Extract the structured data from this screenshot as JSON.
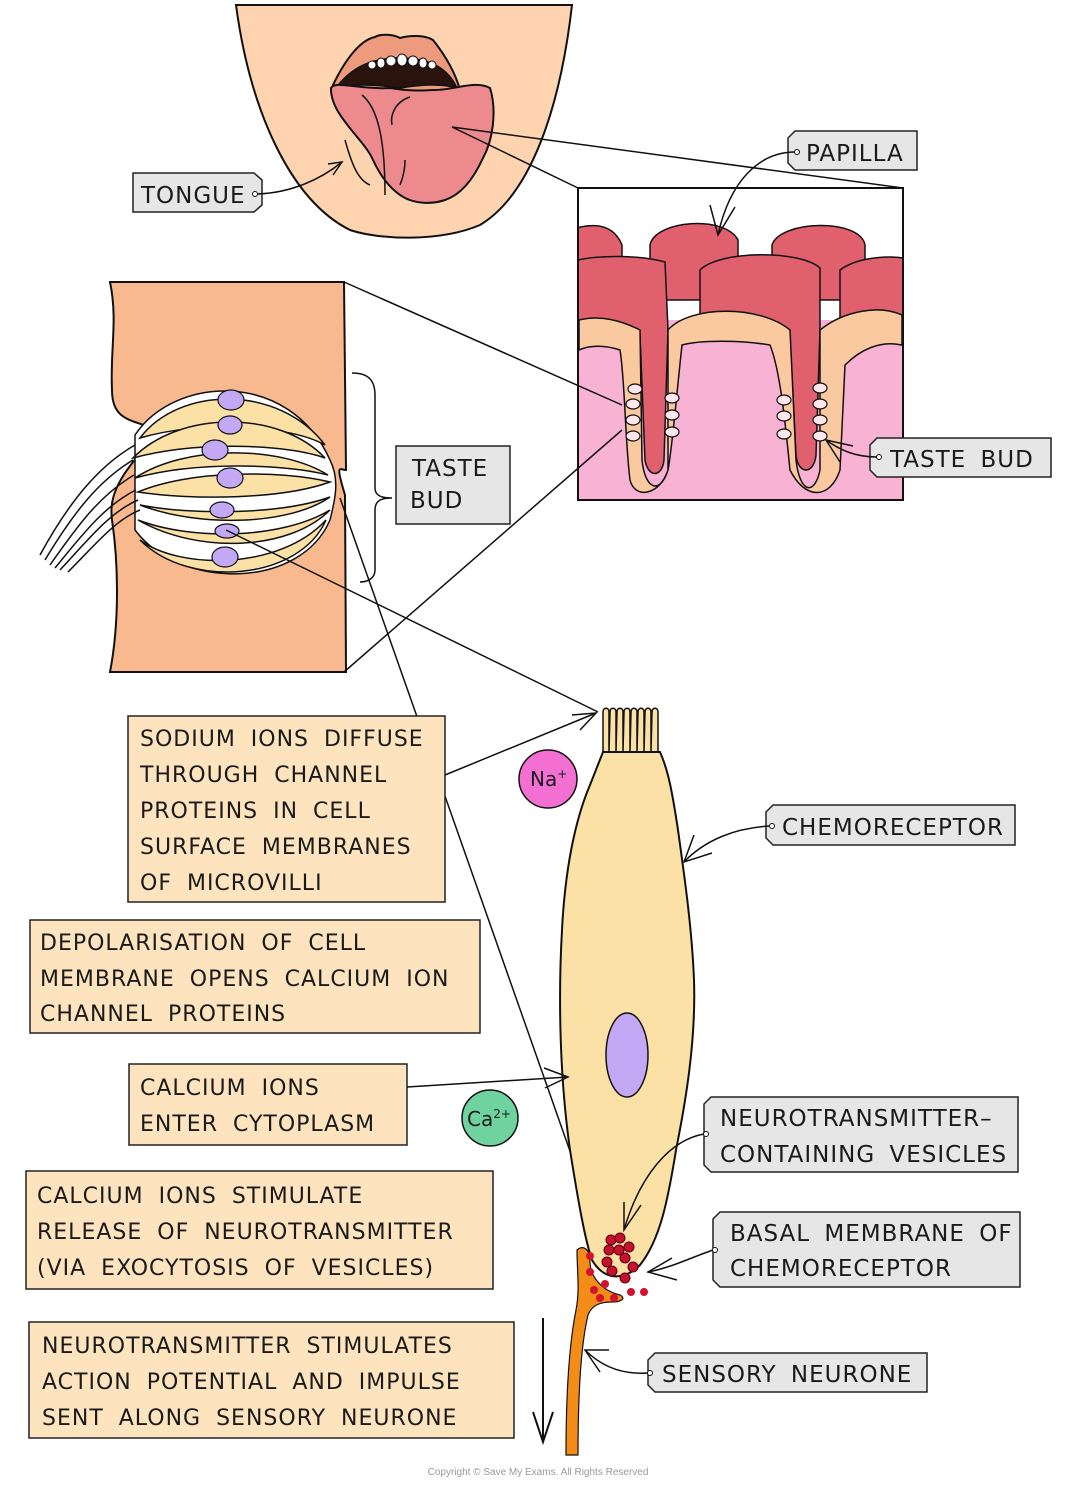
{
  "diagram": {
    "title": "Taste bud and chemoreceptor structure",
    "labels": {
      "tongue": "TONGUE",
      "papilla": "PAPILLA",
      "taste_bud_right": "TASTE BUD",
      "taste_bud_left": [
        "TASTE",
        "BUD"
      ],
      "chemoreceptor": "CHEMORECEPTOR",
      "vesicles": [
        "NEUROTRANSMITTER–",
        "CONTAINING VESICLES"
      ],
      "basal_membrane": [
        "BASAL MEMBRANE OF",
        "CHEMORECEPTOR"
      ],
      "sensory_neurone": "SENSORY NEURONE"
    },
    "ions": {
      "sodium": {
        "symbol": "Na",
        "charge": "+"
      },
      "calcium": {
        "symbol": "Ca",
        "charge": "2+"
      }
    },
    "steps": [
      {
        "lines": [
          "SODIUM IONS DIFFUSE",
          "THROUGH CHANNEL",
          "PROTEINS IN CELL",
          "SURFACE MEMBRANES",
          "OF MICROVILLI"
        ]
      },
      {
        "lines": [
          "DEPOLARISATION OF CELL",
          "MEMBRANE OPENS CALCIUM ION",
          "CHANNEL PROTEINS"
        ]
      },
      {
        "lines": [
          "CALCIUM IONS",
          "ENTER CYTOPLASM"
        ]
      },
      {
        "lines": [
          "CALCIUM IONS STIMULATE",
          "RELEASE OF NEUROTRANSMITTER",
          "(VIA EXOCYTOSIS OF VESICLES)"
        ]
      },
      {
        "lines": [
          "NEUROTRANSMITTER STIMULATES",
          "ACTION POTENTIAL AND IMPULSE",
          "SENT ALONG SENSORY NEURONE"
        ]
      }
    ],
    "copyright": "Copyright © Save My Exams. All Rights Reserved",
    "colors": {
      "skin": "#fdd3b0",
      "tongue": "#ec8a8e",
      "lips": "#ee9a7c",
      "papilla": "#e0606e",
      "papilla_light": "#f3b8b0",
      "tissue": "#f7b2d4",
      "epithelium": "#fbc9a0",
      "bud_skin": "#f9b98e",
      "cell": "#fbe1a6",
      "nucleus": "#c3a8f5",
      "label_bg": "#e6e6e6",
      "box_bg": "#fde4bf",
      "sodium": "#f46fd2",
      "calcium": "#6fd3a0",
      "neurone": "#f48c18",
      "vesicle": "#c5102e"
    }
  }
}
